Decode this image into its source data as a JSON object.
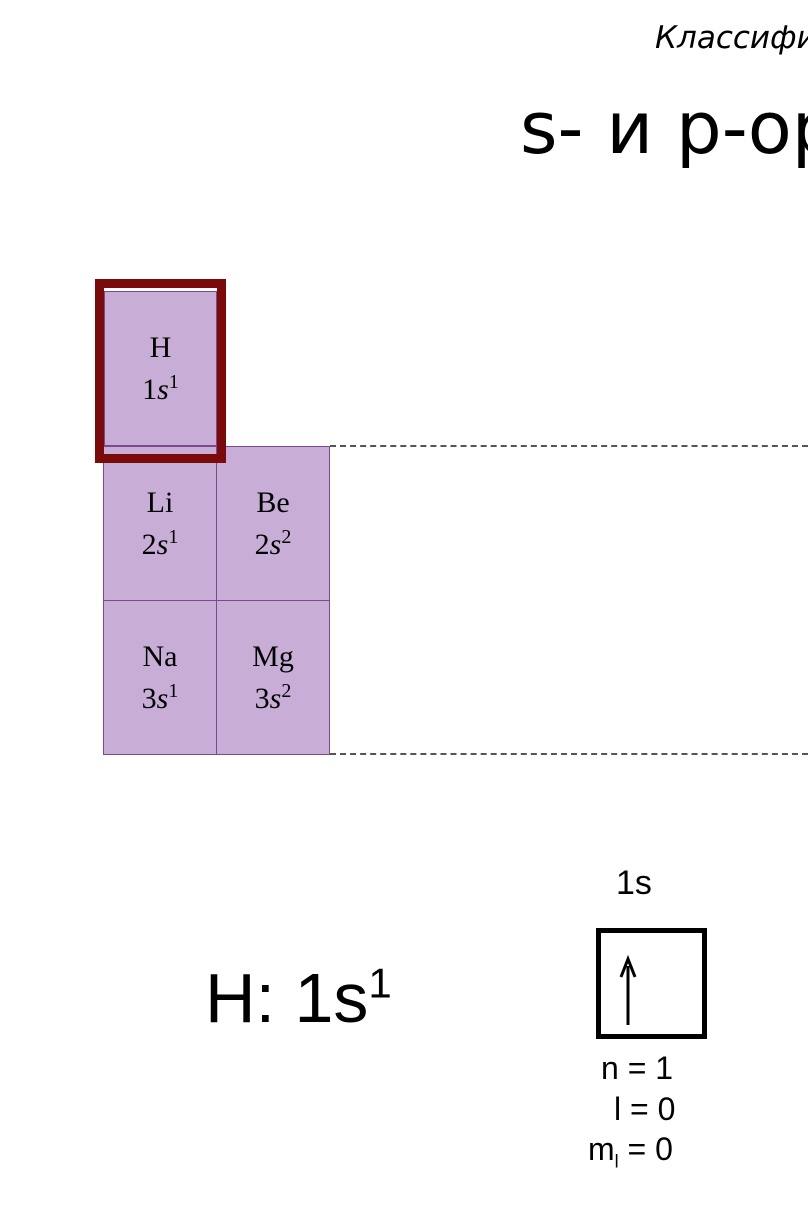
{
  "header": "Классифи",
  "title": "s- и p-ор",
  "elements": [
    {
      "symbol": "H",
      "n": "1",
      "orbital": "s",
      "e": "1"
    },
    {
      "symbol": "Li",
      "n": "2",
      "orbital": "s",
      "e": "1"
    },
    {
      "symbol": "Be",
      "n": "2",
      "orbital": "s",
      "e": "2"
    },
    {
      "symbol": "Na",
      "n": "3",
      "orbital": "s",
      "e": "1"
    },
    {
      "symbol": "Mg",
      "n": "3",
      "orbital": "s",
      "e": "2"
    }
  ],
  "formula": {
    "symbol": "H",
    "sep": ": ",
    "config": "1s",
    "sup": "1"
  },
  "orbital_diagram": {
    "label": "1s",
    "arrow": "↑",
    "n": "n = 1",
    "l": "l = 0",
    "ml_var": "m",
    "ml_sub": "l",
    "ml_val": " = 0"
  },
  "colors": {
    "cell": "#c8aed6",
    "cell_border": "#7a4a8c",
    "highlight": "#7b0b0b"
  }
}
